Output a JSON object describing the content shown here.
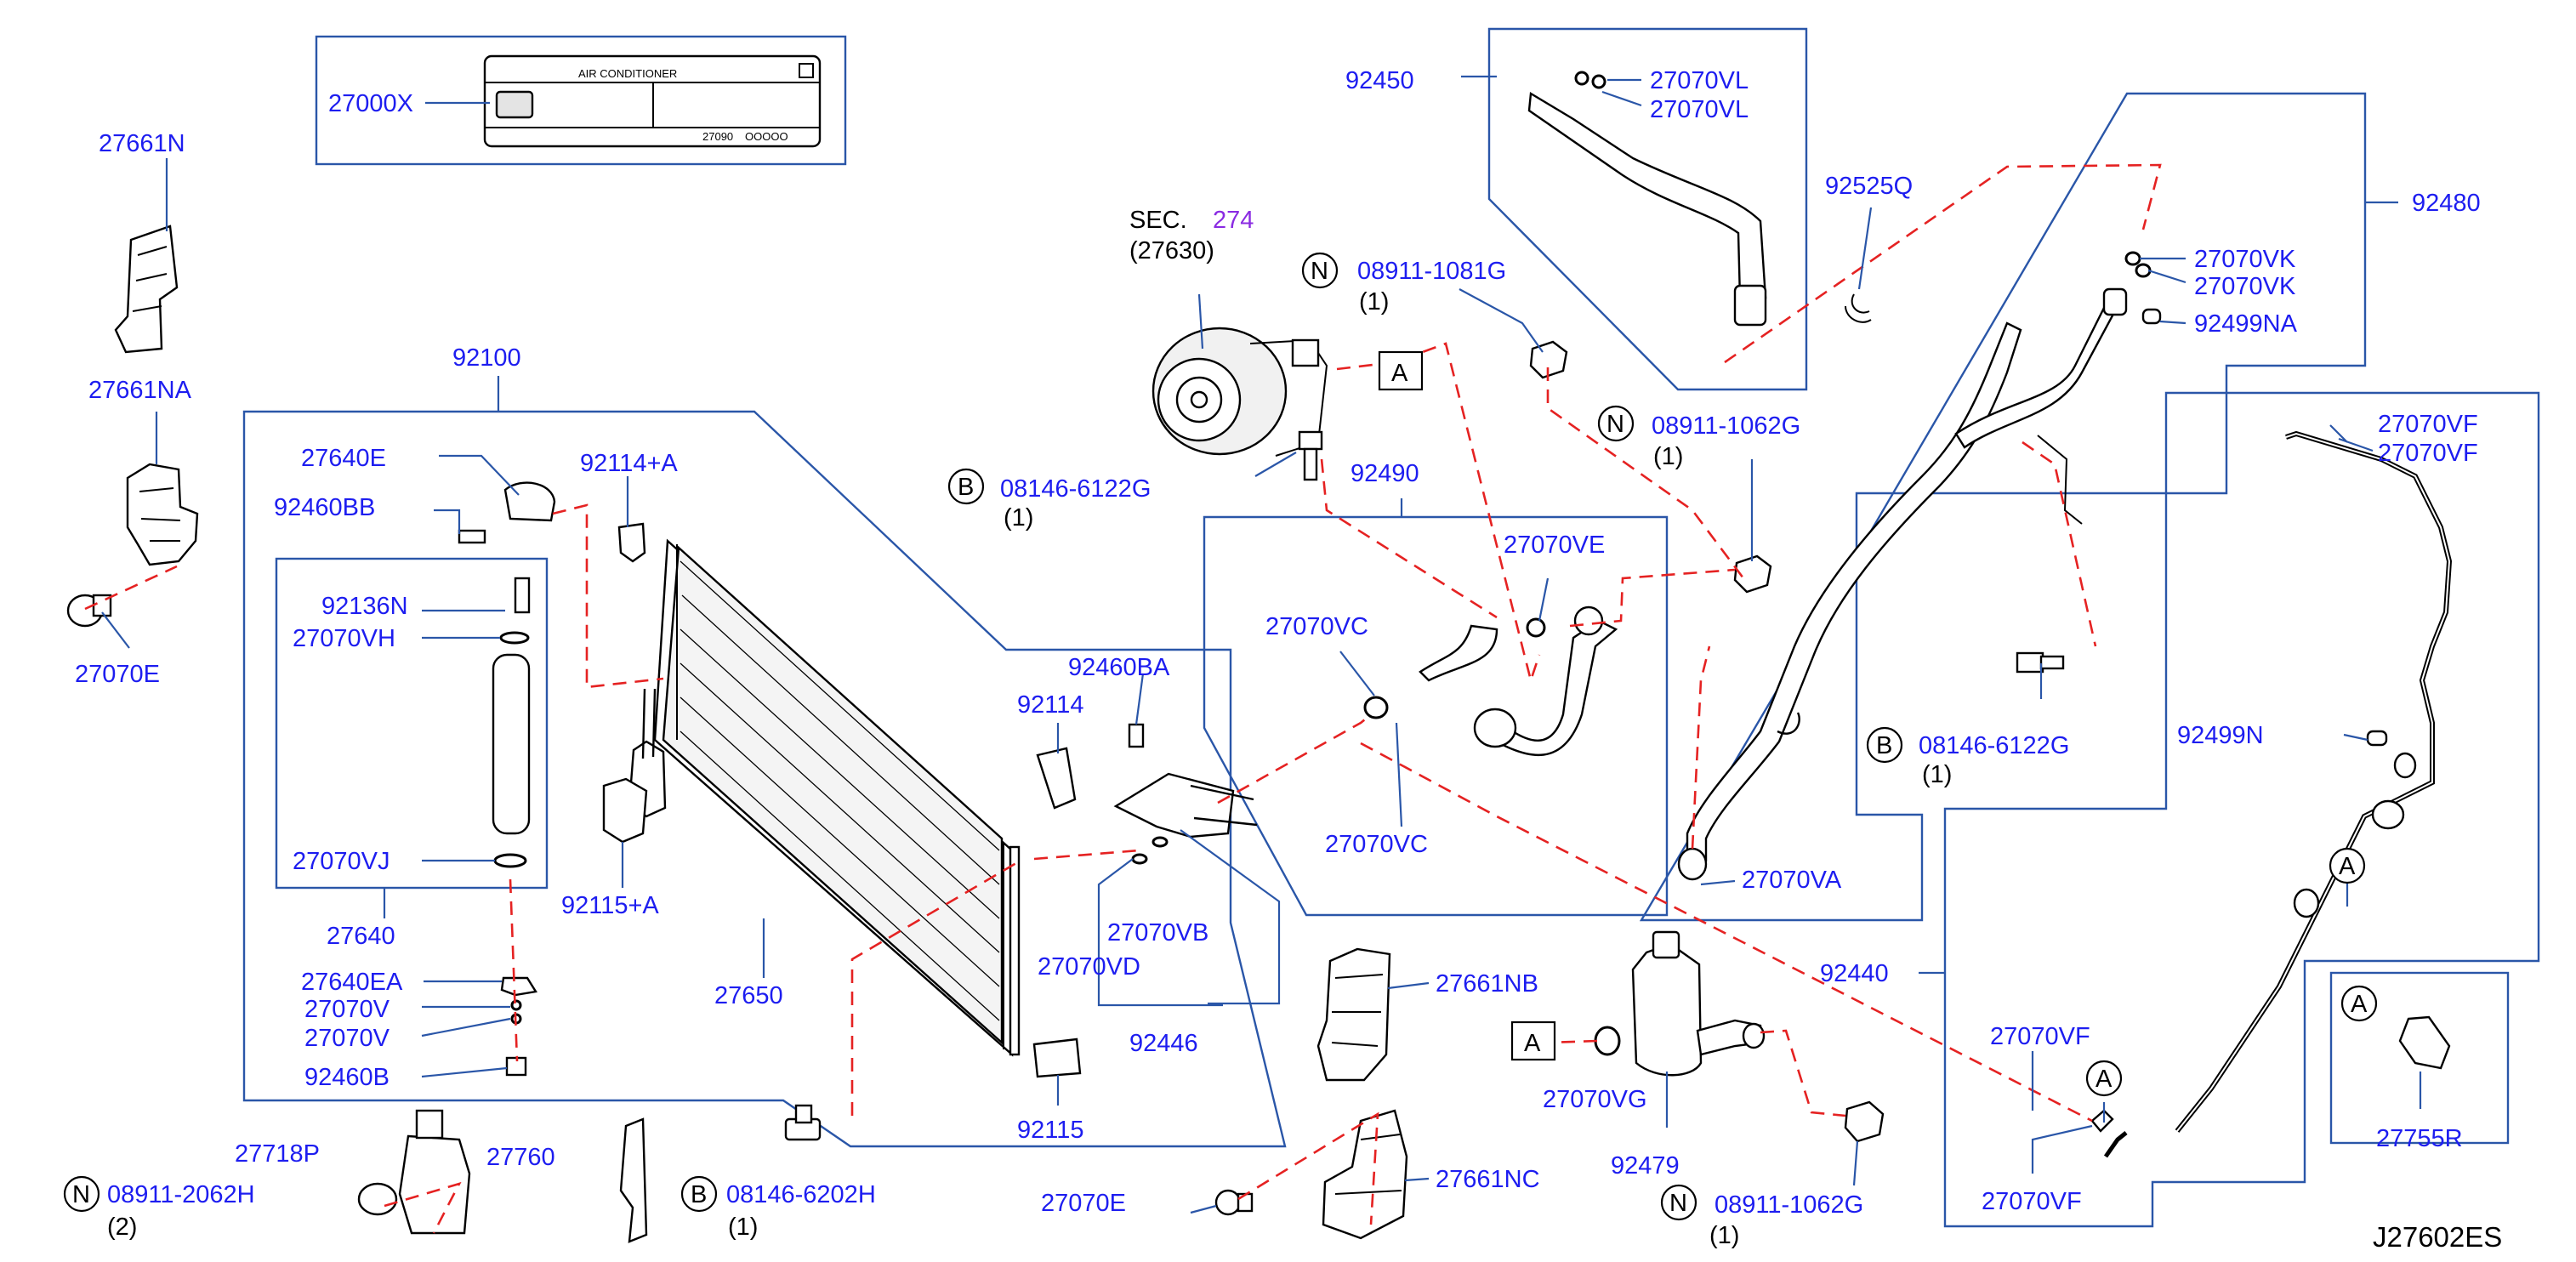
{
  "diagram_code": "J27602ES",
  "label_plate": {
    "heading": "AIR   CONDITIONER",
    "code": "27090",
    "suffix": "OOOOO"
  },
  "section_ref": {
    "prefix": "SEC.",
    "number": "274",
    "part": "(27630)"
  },
  "callouts": {
    "p27000X": "27000X",
    "p27661N": "27661N",
    "p27661NA": "27661NA",
    "p27070E_left": "27070E",
    "p92100": "92100",
    "p27640E": "27640E",
    "p92460BB": "92460BB",
    "p92114A": "92114+A",
    "p92136N": "92136N",
    "p27070VH": "27070VH",
    "p27070VJ": "27070VJ",
    "p27640": "27640",
    "p27640EA": "27640EA",
    "p27070V_1": "27070V",
    "p27070V_2": "27070V",
    "p92460B": "92460B",
    "p92115A": "92115+A",
    "p27650": "27650",
    "p27718P": "27718P",
    "p27760": "27760",
    "p08911_2062H": "08911-2062H",
    "p08911_2062H_qty": "(2)",
    "p08146_6202H": "08146-6202H",
    "p08146_6202H_qty": "(1)",
    "p92460BA": "92460BA",
    "p92114": "92114",
    "p27070VB": "27070VB",
    "p27070VD": "27070VD",
    "p92446": "92446",
    "p92115": "92115",
    "p27070E_bottom": "27070E",
    "p08146_6122G_a": "08146-6122G",
    "p08146_6122G_a_qty": "(1)",
    "p92490": "92490",
    "p27070VC_top": "27070VC",
    "p27070VC_bot": "27070VC",
    "p27070VE": "27070VE",
    "p92450": "92450",
    "p27070VL_1": "27070VL",
    "p27070VL_2": "27070VL",
    "p08911_1081G": "08911-1081G",
    "p08911_1081G_qty": "(1)",
    "p08911_1062G_a": "08911-1062G",
    "p08911_1062G_a_qty": "(1)",
    "p92525Q": "92525Q",
    "p92480": "92480",
    "p27070VK_1": "27070VK",
    "p27070VK_2": "27070VK",
    "p92499NA": "92499NA",
    "p27070VF_1": "27070VF",
    "p27070VF_2": "27070VF",
    "p08146_6122G_b": "08146-6122G",
    "p08146_6122G_b_qty": "(1)",
    "p92499N": "92499N",
    "p27070VA": "27070VA",
    "p92440": "92440",
    "p27661NB": "27661NB",
    "p27661NC": "27661NC",
    "p27070VG": "27070VG",
    "p92479": "92479",
    "p08911_1062G_b": "08911-1062G",
    "p08911_1062G_b_qty": "(1)",
    "p27070VF_3": "27070VF",
    "p27070VF_4": "27070VF",
    "p27755R": "27755R"
  },
  "markers": {
    "A": "A",
    "N": "N",
    "B": "B"
  }
}
